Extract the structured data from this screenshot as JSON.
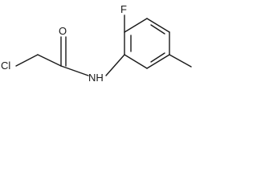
{
  "molecule": {
    "atoms": {
      "cl": "Cl",
      "o": "O",
      "f": "F",
      "nh": "NH"
    }
  },
  "colors": {
    "bond": "#1a1a1a",
    "label": "#1a1a1a",
    "background": "#ffffff"
  }
}
